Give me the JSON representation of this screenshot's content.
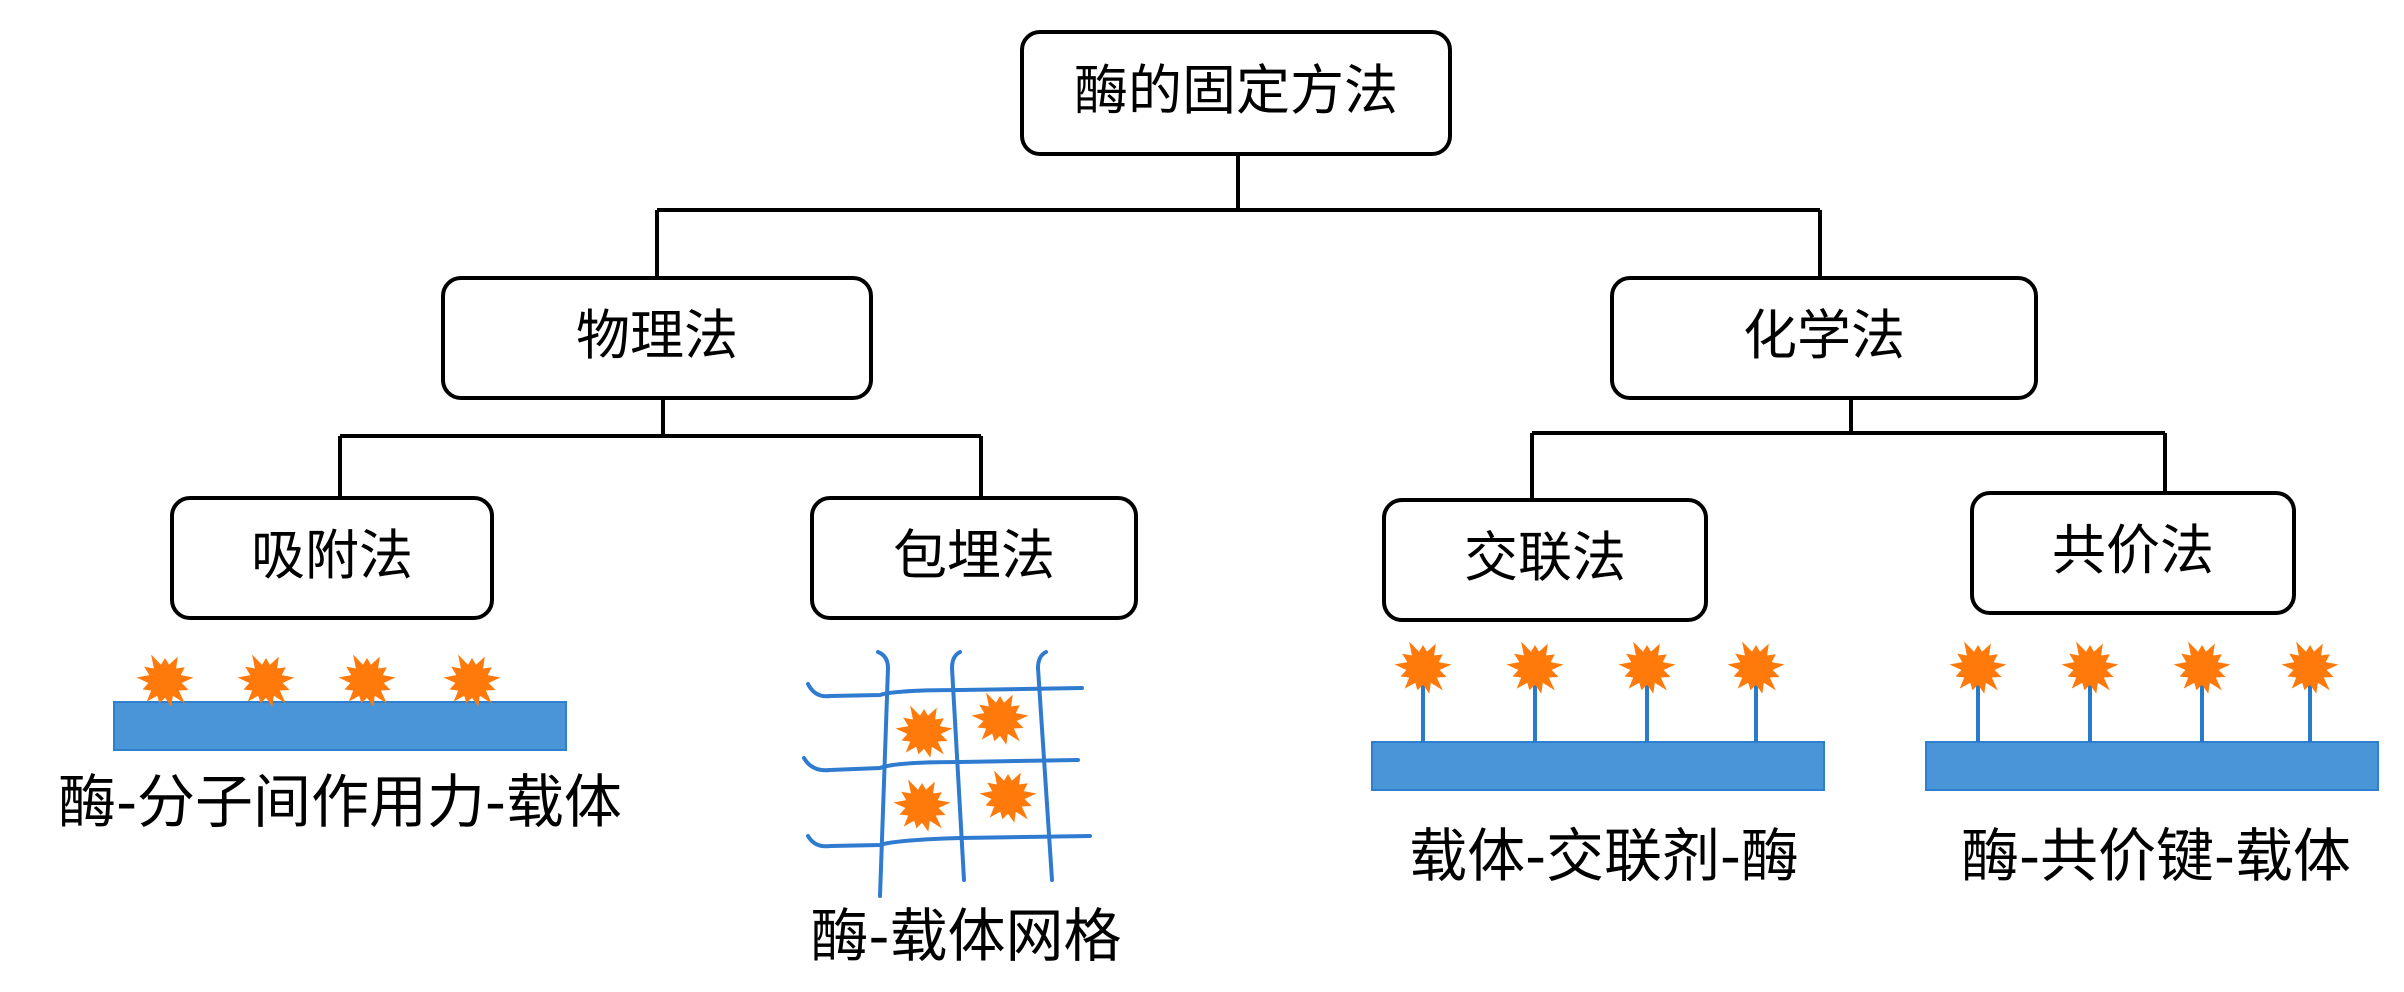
{
  "diagram": {
    "root": {
      "label": "酶的固定方法"
    },
    "categories": [
      {
        "label": "物理法",
        "methods": [
          {
            "label": "吸附法",
            "caption": "酶-分子间作用力-载体",
            "illustration": "adsorption",
            "enzyme_count": 4
          },
          {
            "label": "包埋法",
            "caption": "酶-载体网格",
            "illustration": "embedding",
            "enzyme_count": 4
          }
        ]
      },
      {
        "label": "化学法",
        "methods": [
          {
            "label": "交联法",
            "caption": "载体-交联剂-酶",
            "illustration": "crosslinking",
            "enzyme_count": 4
          },
          {
            "label": "共价法",
            "caption": "酶-共价键-载体",
            "illustration": "covalent",
            "enzyme_count": 4
          }
        ]
      }
    ],
    "colors": {
      "enzyme": "#ff7a0a",
      "carrier": "#4a94d8",
      "linker": "#2a7acb",
      "outline": "#000000"
    },
    "icons": {
      "enzyme": "starburst-icon",
      "carrier": "carrier-bar",
      "mesh": "carrier-mesh"
    }
  }
}
